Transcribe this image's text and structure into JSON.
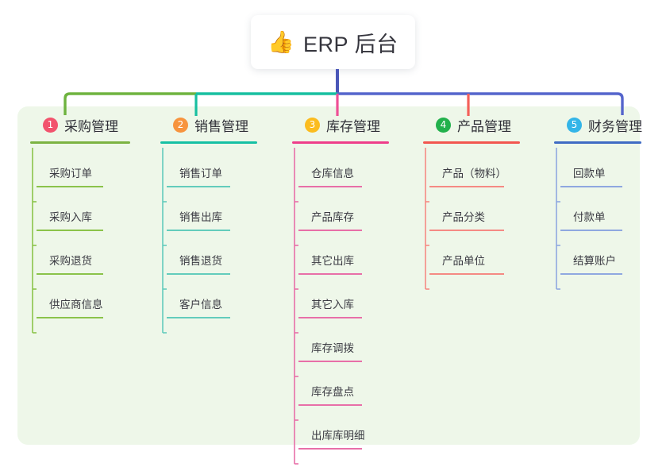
{
  "page": {
    "background": "#ffffff",
    "panel_color": "#eef7e9"
  },
  "root": {
    "icon": "thumbs-up-emoji",
    "emoji": "👍",
    "title": "ERP 后台",
    "stem_color": "#4a57b8"
  },
  "connector": {
    "segments": [
      {
        "name": "segment-green",
        "color": "#6eb33f"
      },
      {
        "name": "segment-teal",
        "color": "#17bfa0"
      },
      {
        "name": "segment-blue",
        "color": "#5565cc"
      }
    ]
  },
  "columns": [
    {
      "id": "purchase",
      "number": "1",
      "title": "采购管理",
      "badge_color": "#f2536d",
      "rule_color": "#7cb342",
      "line_color": "#8bc34a",
      "drop_color": "#6eb33f",
      "leaves": [
        {
          "label": "采购订单"
        },
        {
          "label": "采购入库"
        },
        {
          "label": "采购退货"
        },
        {
          "label": "供应商信息"
        }
      ]
    },
    {
      "id": "sales",
      "number": "2",
      "title": "销售管理",
      "badge_color": "#f7943e",
      "rule_color": "#16c0a4",
      "line_color": "#63ccbc",
      "drop_color": "#17bfa0",
      "leaves": [
        {
          "label": "销售订单"
        },
        {
          "label": "销售出库"
        },
        {
          "label": "销售退货"
        },
        {
          "label": "客户信息"
        }
      ]
    },
    {
      "id": "inventory",
      "number": "3",
      "title": "库存管理",
      "badge_color": "#fbbc1f",
      "rule_color": "#ee3e8a",
      "line_color": "#e86fa8",
      "drop_color": "#ef4f96",
      "leaves": [
        {
          "label": "仓库信息"
        },
        {
          "label": "产品库存"
        },
        {
          "label": "其它出库"
        },
        {
          "label": "其它入库"
        },
        {
          "label": "库存调拨"
        },
        {
          "label": "库存盘点"
        },
        {
          "label": "出库库明细"
        }
      ]
    },
    {
      "id": "product",
      "number": "4",
      "title": "产品管理",
      "badge_color": "#22b14c",
      "rule_color": "#f2564f",
      "line_color": "#f58a84",
      "drop_color": "#f4605a",
      "leaves": [
        {
          "label": "产品（物料）"
        },
        {
          "label": "产品分类"
        },
        {
          "label": "产品单位"
        }
      ]
    },
    {
      "id": "finance",
      "number": "5",
      "title": "财务管理",
      "badge_color": "#33b5e8",
      "rule_color": "#3f6bc4",
      "line_color": "#8fa8e0",
      "drop_color": "#4a70c8",
      "leaves": [
        {
          "label": "回款单"
        },
        {
          "label": "付款单"
        },
        {
          "label": "结算账户"
        }
      ]
    }
  ]
}
